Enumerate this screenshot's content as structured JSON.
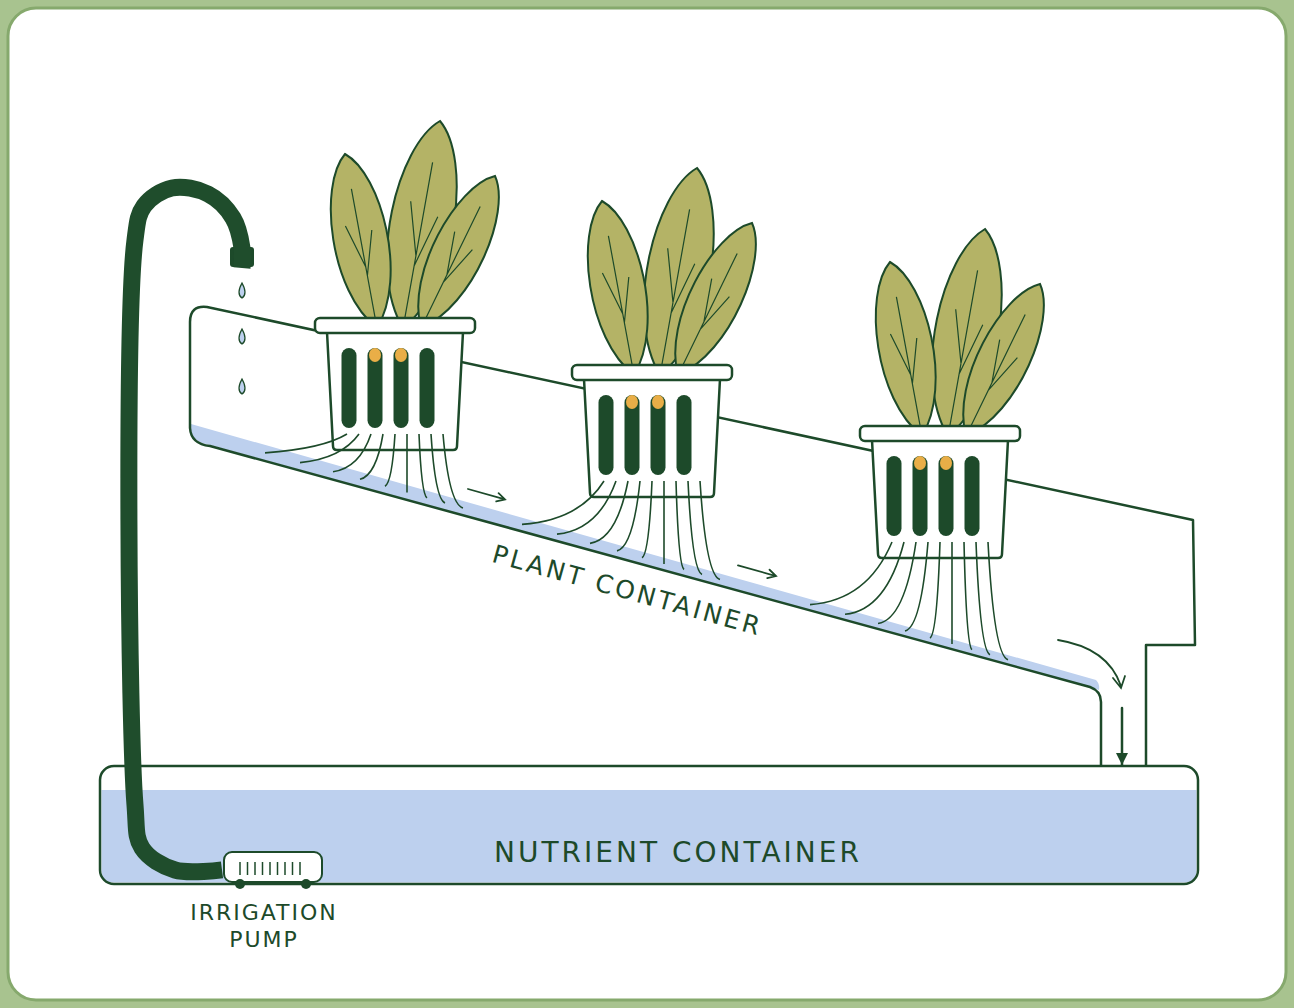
{
  "diagram": {
    "nodes": [
      {
        "text": [
          "PLANT CONTAINER"
        ]
      },
      {
        "text": [
          "NUTRIENT CONTAINER"
        ]
      },
      {
        "text": [
          "IRRIGATION PUMP"
        ],
        "in": 1
      }
    ],
    "edges": [
      {
        "from": 2,
        "to": 0,
        "arrow": "none"
      },
      {
        "from": 0,
        "to": 1,
        "arrow": "to"
      }
    ]
  }
}
